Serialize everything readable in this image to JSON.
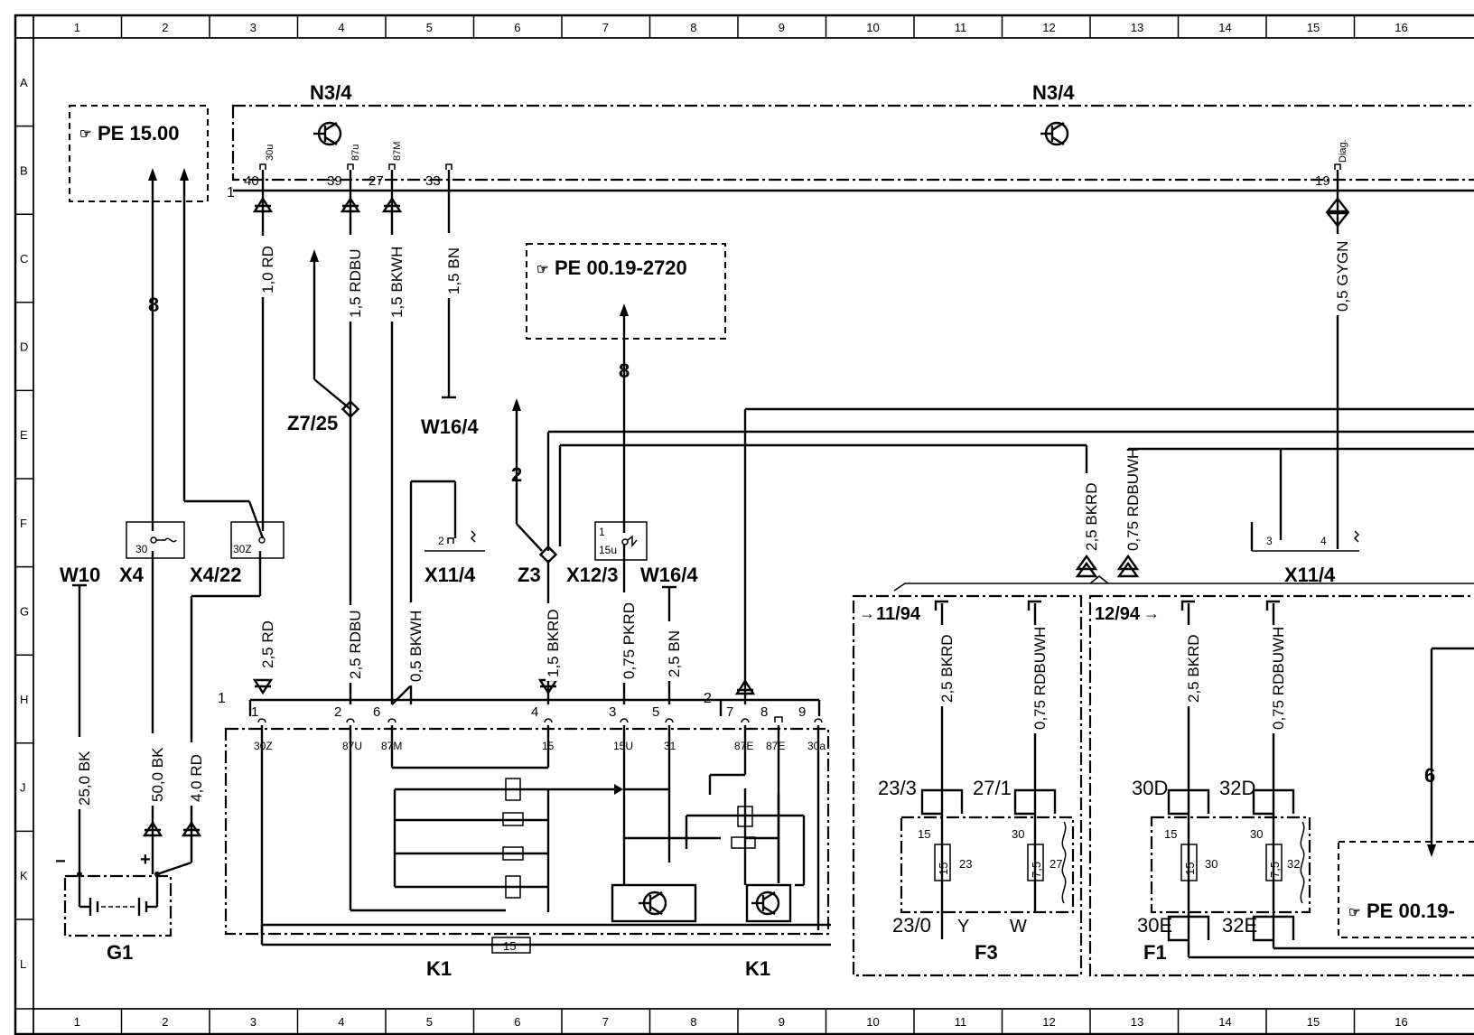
{
  "grid": {
    "columns": [
      "1",
      "2",
      "3",
      "4",
      "5",
      "6",
      "7",
      "8",
      "9",
      "10",
      "11",
      "12",
      "13",
      "14",
      "15",
      "16"
    ],
    "rows": [
      "A",
      "B",
      "C",
      "D",
      "E",
      "F",
      "G",
      "H",
      "J",
      "K",
      "L"
    ]
  },
  "components": {
    "n3_4_left": "N3/4",
    "n3_4_right": "N3/4",
    "z7_25": "Z7/25",
    "w16_4_top": "W16/4",
    "w10": "W10",
    "x4": "X4",
    "x4_22": "X4/22",
    "x11_4_left": "X11/4",
    "z3": "Z3",
    "x12_3": "X12/3",
    "w16_4_mid": "W16/4",
    "x11_4_right": "X11/4",
    "g1": "G1",
    "k1_left": "K1",
    "k1_right": "K1",
    "f3": "F3",
    "f1": "F1"
  },
  "references": {
    "pe_15": "PE  15.00",
    "pe_0019_2720": "PE  00.19-2720",
    "pe_0019_cut": "PE  00.19-"
  },
  "arrow_numbers": {
    "n8_left": "8",
    "n8_mid": "8",
    "n2": "2",
    "n6": "6"
  },
  "wires": {
    "w_10rd": "1,0 RD",
    "w_15rdbu": "1,5 RDBU",
    "w_15bkwh": "1,5 BKWH",
    "w_15bn": "1,5 BN",
    "w_05gygn": "0,5 GYGN",
    "w_25bkrd_top": "2,5 BKRD",
    "w_075rdbuwh_top": "0,75 RDBUWH",
    "w_25rd": "2,5 RD",
    "w_25rdbu": "2,5 RDBU",
    "w_05bkwh": "0,5 BKWH",
    "w_15bkrd": "1,5 BKRD",
    "w_075pkrd": "0,75 PKRD",
    "w_25bn": "2,5 BN",
    "w_250bk": "25,0 BK",
    "w_500bk": "50,0 BK",
    "w_40rd": "4,0 RD",
    "w_25bkrd_f3": "2,5 BKRD",
    "w_075rdbuwh_f3": "0,75 RDBUWH",
    "w_25bkrd_f1": "2,5 BKRD",
    "w_075rdbuwh_f1": "0,75 RDBUWH"
  },
  "pins": {
    "p40": "40",
    "p39": "39",
    "p27": "27",
    "p33": "33",
    "p19": "19",
    "t30u": "30u",
    "t87u": "87u",
    "t87m": "87M",
    "tdiag": "Diag.",
    "k1_1": "1",
    "k1_2": "2",
    "k1_6": "6",
    "k1_4": "4",
    "k1_3": "3",
    "k1_5": "5",
    "k1_7": "7",
    "k1_8": "8",
    "k1_9": "9",
    "k1_c1": "1",
    "k1_c2": "2",
    "t30z": "30Z",
    "t87U": "87U",
    "t87M2": "87M",
    "t15": "15",
    "t15U": "15U",
    "t31": "31",
    "t87E": "87E",
    "t87E2": "87E",
    "t30a": "30a",
    "n1": "1",
    "x4_30": "30",
    "x4_22_30z": "30Z",
    "x11_2": "2",
    "x12_1": "1",
    "x12_15u": "15u",
    "x11_3": "3",
    "x11_4": "4",
    "g_minus": "−",
    "g_plus": "+",
    "fuse_k1": "15",
    "f3_233": "23/3",
    "f3_271": "27/1",
    "f3_15": "15",
    "f3_30": "30",
    "f3_fuse15": "15",
    "f3_23": "23",
    "f3_fuse75": "7,5",
    "f3_27": "27",
    "f3_230": "23/0",
    "f3_y": "Y",
    "f3_w": "W",
    "f1_30d": "30D",
    "f1_32d": "32D",
    "f1_15": "15",
    "f1_30": "30",
    "f1_fuse15": "15",
    "f1_30b": "30",
    "f1_fuse75": "7,5",
    "f1_32": "32",
    "f1_30e": "30E",
    "f1_32e": "32E",
    "sec_11_94": "11/94",
    "sec_12_94": "12/94"
  }
}
